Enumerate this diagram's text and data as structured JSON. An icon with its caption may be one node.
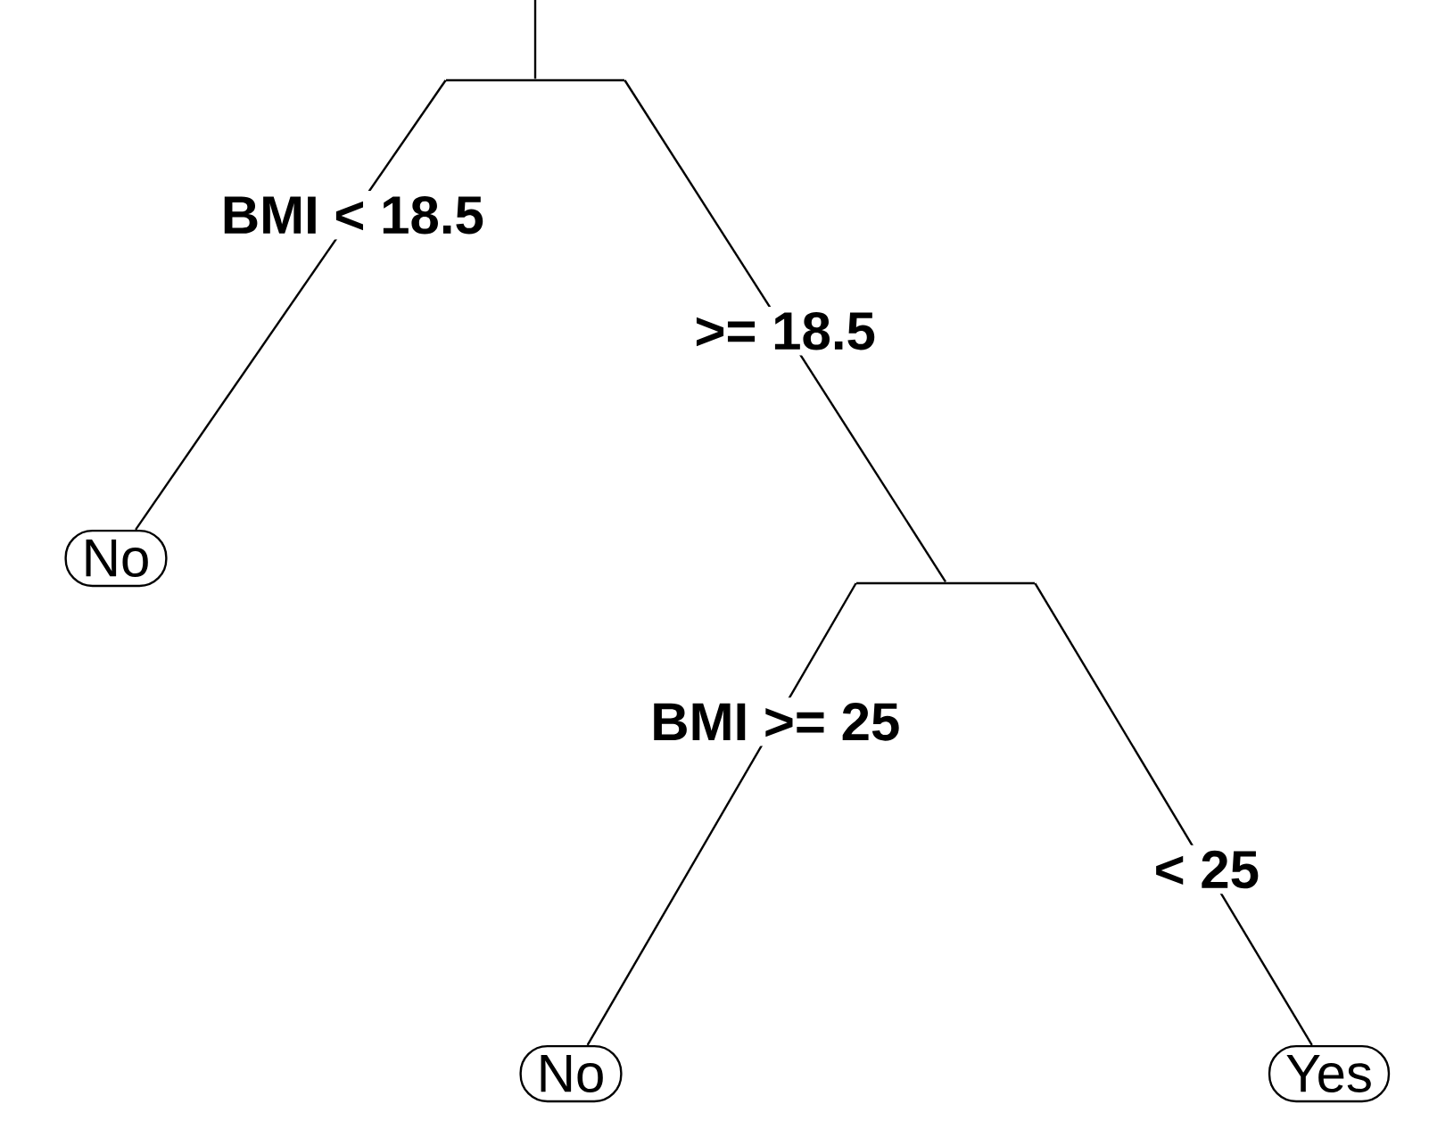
{
  "diagram": {
    "nodes": [
      {
        "text": [],
        "shape": "bar"
      },
      {
        "text": [
          "No"
        ]
      },
      {
        "text": [],
        "shape": "bar"
      },
      {
        "text": [
          "No"
        ]
      },
      {
        "text": [
          "Yes"
        ]
      }
    ],
    "edges": [
      {
        "from": null,
        "to": 0,
        "arrow": "none"
      },
      {
        "from": 0,
        "to": 1,
        "arrow": "none",
        "label": "BMI < 18.5"
      },
      {
        "from": 0,
        "to": 2,
        "arrow": "none",
        "label": ">= 18.5"
      },
      {
        "from": 2,
        "to": 3,
        "arrow": "none",
        "label": "BMI >= 25"
      },
      {
        "from": 2,
        "to": 4,
        "arrow": "none",
        "label": "< 25"
      }
    ]
  }
}
